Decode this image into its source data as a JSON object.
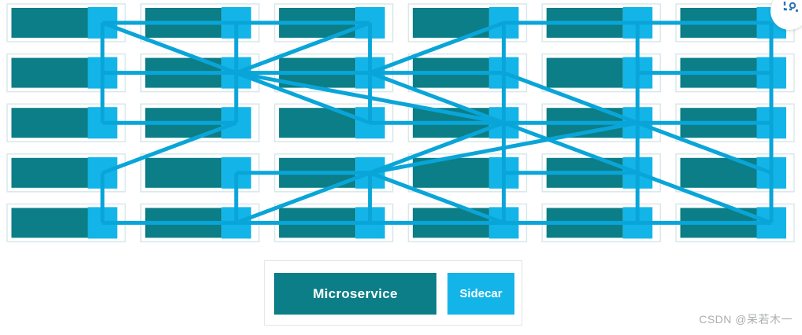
{
  "diagram": {
    "type": "service-mesh-grid",
    "description": "Grid of microservices, each with an attached sidecar proxy; sidecars are interconnected in a mesh",
    "grid": {
      "rows": 5,
      "cols": 6
    },
    "links": {
      "horizontal": [
        [
          1,
          1,
          2
        ],
        [
          1,
          2,
          3
        ],
        [
          1,
          4,
          5
        ],
        [
          1,
          5,
          6
        ],
        [
          2,
          1,
          2
        ],
        [
          2,
          2,
          3
        ],
        [
          2,
          3,
          4
        ],
        [
          2,
          5,
          6
        ],
        [
          3,
          1,
          2
        ],
        [
          3,
          3,
          4
        ],
        [
          3,
          4,
          5
        ],
        [
          3,
          5,
          6
        ],
        [
          4,
          2,
          3
        ],
        [
          4,
          4,
          5
        ],
        [
          5,
          1,
          2
        ],
        [
          5,
          2,
          3
        ],
        [
          5,
          3,
          4
        ],
        [
          5,
          4,
          5
        ],
        [
          5,
          5,
          6
        ]
      ],
      "vertical": [
        [
          1,
          1,
          2
        ],
        [
          2,
          1,
          2
        ],
        [
          3,
          1,
          2
        ],
        [
          4,
          1,
          2
        ],
        [
          5,
          1,
          2
        ],
        [
          6,
          1,
          2
        ],
        [
          1,
          2,
          3
        ],
        [
          2,
          2,
          3
        ],
        [
          3,
          2,
          3
        ],
        [
          4,
          2,
          3
        ],
        [
          5,
          2,
          3
        ],
        [
          6,
          2,
          3
        ],
        [
          4,
          3,
          4
        ],
        [
          5,
          3,
          4
        ],
        [
          6,
          3,
          4
        ],
        [
          1,
          4,
          5
        ],
        [
          2,
          4,
          5
        ],
        [
          3,
          4,
          5
        ],
        [
          4,
          4,
          5
        ],
        [
          5,
          4,
          5
        ],
        [
          6,
          4,
          5
        ]
      ],
      "diagonal": [
        [
          1,
          1,
          2,
          2
        ],
        [
          2,
          2,
          1,
          3
        ],
        [
          2,
          2,
          3,
          3
        ],
        [
          2,
          2,
          3,
          4
        ],
        [
          2,
          3,
          1,
          4
        ],
        [
          2,
          3,
          3,
          4
        ],
        [
          2,
          4,
          3,
          5
        ],
        [
          3,
          2,
          4,
          1
        ],
        [
          4,
          3,
          3,
          5
        ],
        [
          3,
          4,
          4,
          3
        ],
        [
          3,
          4,
          4,
          5
        ],
        [
          3,
          5,
          4,
          6
        ],
        [
          5,
          2,
          4,
          3
        ],
        [
          4,
          3,
          5,
          4
        ],
        [
          4,
          5,
          5,
          6
        ]
      ]
    }
  },
  "legend": {
    "microservice": "Microservice",
    "sidecar": "Sidecar"
  },
  "watermark": {
    "text": "CSDN @呆若木一"
  },
  "colors": {
    "microservice": "#0b7e87",
    "sidecar": "#13b5e9",
    "link": "#0aa5d8",
    "cell_border": "#d9e8ec",
    "cell_fill": "#ffffff",
    "legend_border": "#e4e4e4",
    "watermark": "#aaaeb2",
    "viewer_icon": "#2e74b5"
  },
  "icons": {
    "viewer_button": "crop-zoom-icon"
  }
}
